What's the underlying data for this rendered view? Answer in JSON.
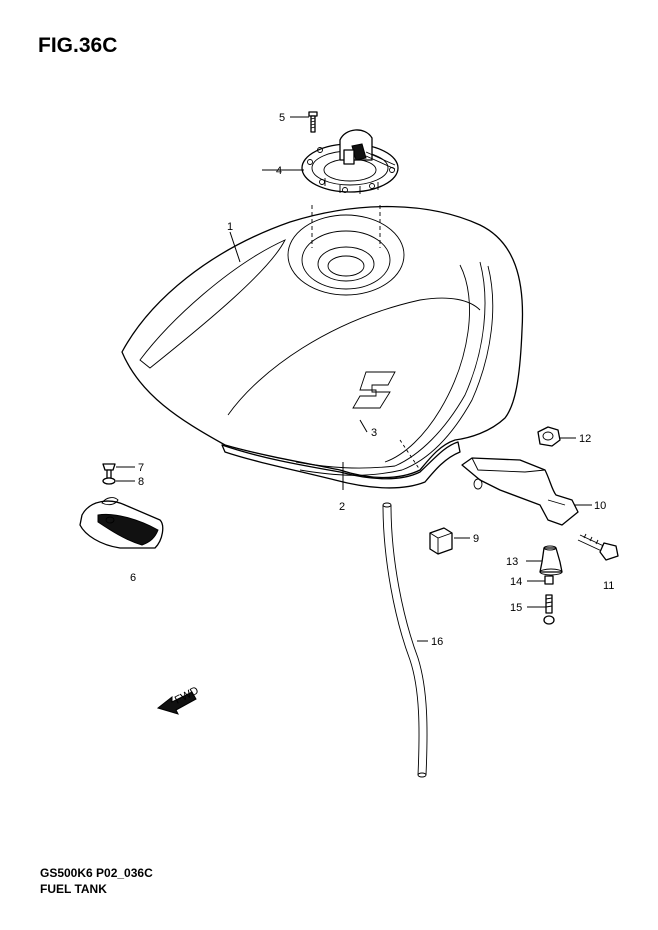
{
  "figure": {
    "title": "FIG.36C"
  },
  "footer": {
    "code": "GS500K6 P02_036C",
    "caption": "FUEL TANK"
  },
  "callouts": [
    "1",
    "2",
    "3",
    "4",
    "5",
    "6",
    "7",
    "8",
    "9",
    "10",
    "11",
    "12",
    "13",
    "14",
    "15",
    "16"
  ],
  "direction_badge": {
    "text": "FWD"
  },
  "colors": {
    "line": "#000000",
    "background": "#ffffff"
  }
}
